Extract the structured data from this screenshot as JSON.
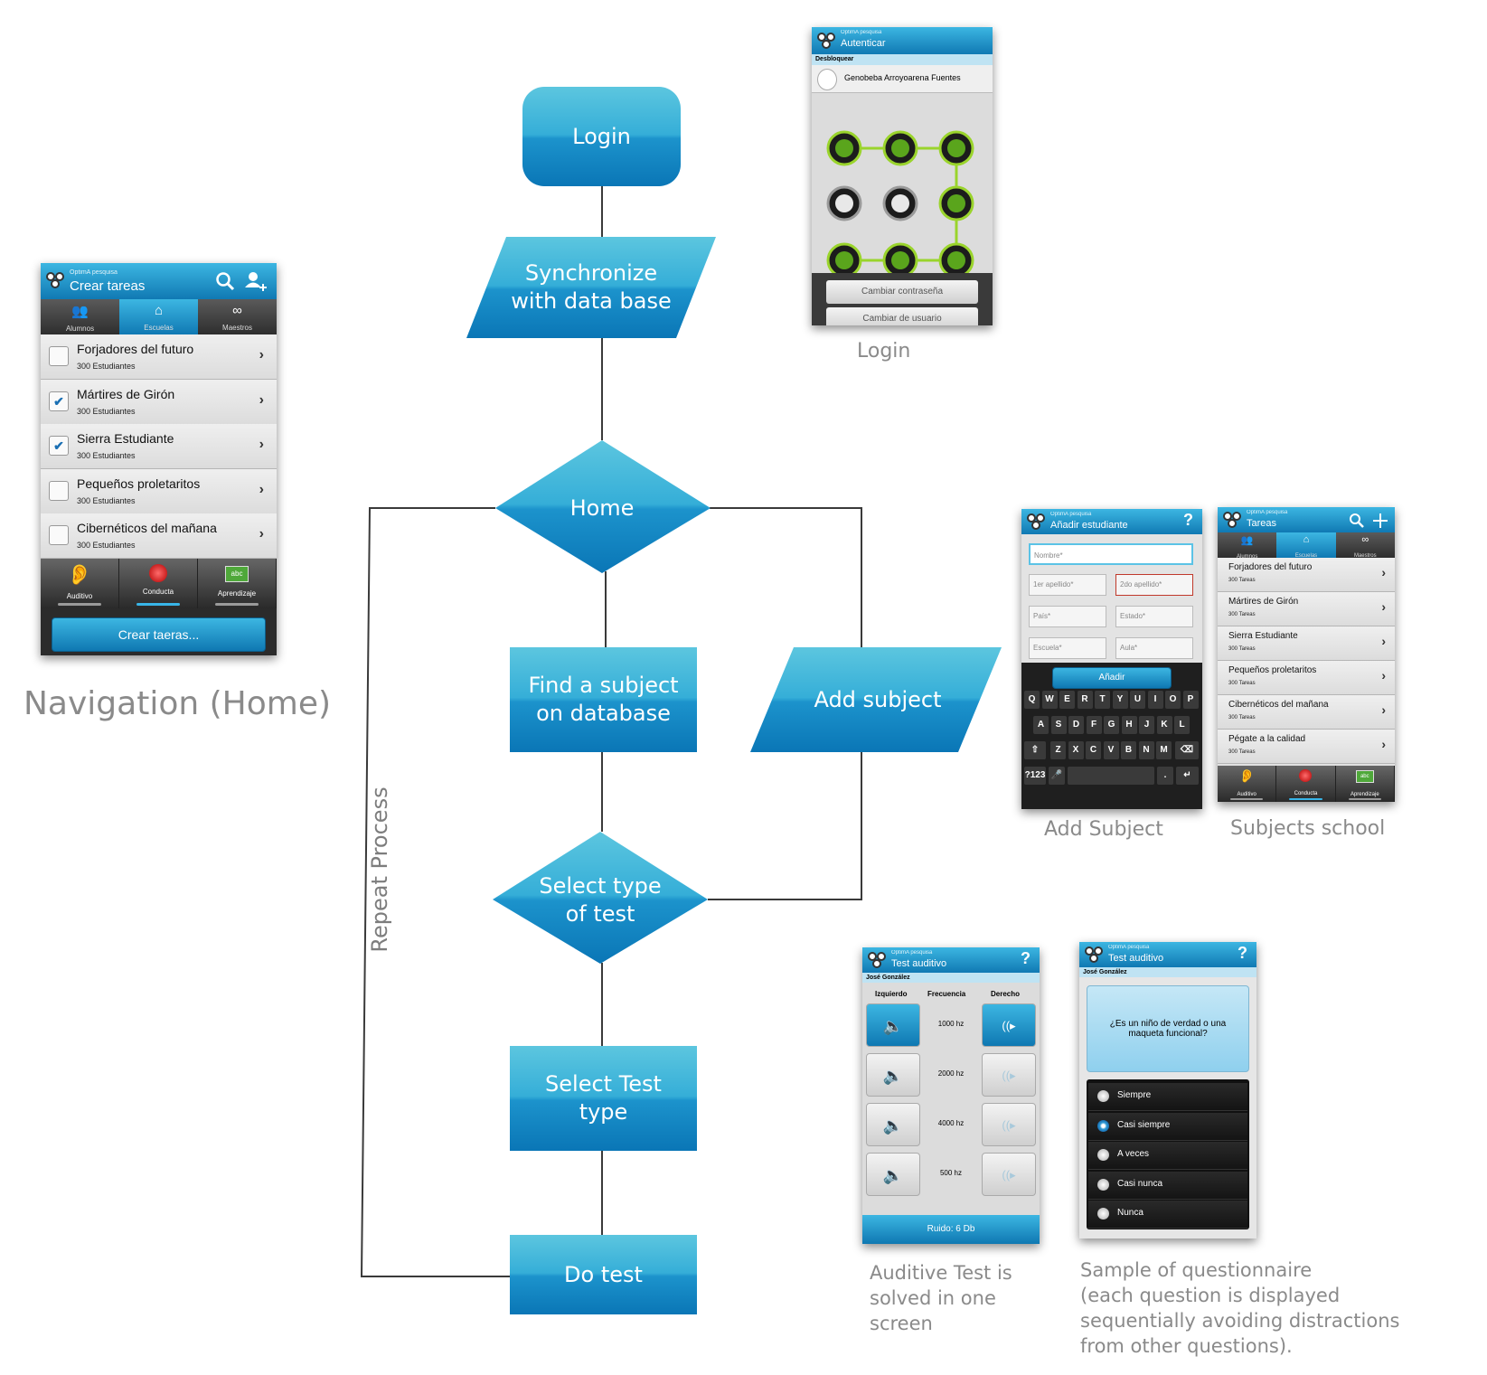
{
  "flowchart": {
    "login": "Login",
    "sync": "Synchronize\nwith data base",
    "home": "Home",
    "find": "Find a subject\non database",
    "add": "Add subject",
    "select_type": "Select type\nof test",
    "select_test": "Select Test\ntype",
    "do_test": "Do test",
    "repeat": "Repeat Process"
  },
  "captions": {
    "nav": "Navigation (Home)",
    "login": "Login",
    "add_subject": "Add Subject",
    "subjects_school": "Subjects school",
    "auditive": "Auditive Test is\nsolved in one\nscreen",
    "questionnaire": "Sample of questionnaire\n(each question is displayed\nsequentially avoiding distractions\nfrom other questions)."
  },
  "app_name": "OptimA pesquisa",
  "nav_screen": {
    "title": "Crear tareas",
    "tabs": [
      "Alumnos",
      "Escuelas",
      "Maestros"
    ],
    "rows": [
      {
        "name": "Forjadores del futuro",
        "sub": "300 Estudiantes",
        "checked": false
      },
      {
        "name": "Mártires de Girón",
        "sub": "300 Estudiantes",
        "checked": true
      },
      {
        "name": "Sierra Estudiante",
        "sub": "300 Estudiantes",
        "checked": true
      },
      {
        "name": "Pequeños proletaritos",
        "sub": "300 Estudiantes",
        "checked": false
      },
      {
        "name": "Cibernéticos del mañana",
        "sub": "300 Estudiantes",
        "checked": false
      }
    ],
    "bottom": [
      "Auditivo",
      "Conducta",
      "Aprendizaje"
    ],
    "button": "Crear taeras..."
  },
  "login_screen": {
    "title": "Autenticar",
    "section": "Desbloquear",
    "user": "Genobeba Arroyoarena Fuentes",
    "btn1": "Cambiar contraseña",
    "btn2": "Cambiar de usuario"
  },
  "add_screen": {
    "title": "Añadir estudiante",
    "help": "?",
    "fields": [
      "Nombre*",
      "1er apellido*",
      "2do apellido*",
      "País*",
      "Estado*",
      "Escuela*",
      "Aula*"
    ],
    "button": "Añadir",
    "keys_row1": [
      "Q",
      "W",
      "E",
      "R",
      "T",
      "Y",
      "U",
      "I",
      "O",
      "P"
    ],
    "keys_row2": [
      "A",
      "S",
      "D",
      "F",
      "G",
      "H",
      "J",
      "K",
      "L"
    ],
    "keys_row3": [
      "Z",
      "X",
      "C",
      "V",
      "B",
      "N",
      "M"
    ],
    "key_sym": "?123",
    "key_dot": "."
  },
  "school_screen": {
    "title": "Tareas",
    "tabs": [
      "Alumnos",
      "Escuelas",
      "Maestros"
    ],
    "rows": [
      {
        "name": "Forjadores del futuro",
        "sub": "300 Tareas"
      },
      {
        "name": "Mártires de Girón",
        "sub": "300 Tareas"
      },
      {
        "name": "Sierra Estudiante",
        "sub": "300 Tareas"
      },
      {
        "name": "Pequeños proletaritos",
        "sub": "300 Tareas"
      },
      {
        "name": "Cibernéticos del mañana",
        "sub": "300 Tareas"
      },
      {
        "name": "Pégate a la calidad",
        "sub": "300 Tareas"
      }
    ],
    "bottom": [
      "Auditivo",
      "Conducta",
      "Aprendizaje"
    ]
  },
  "audit_screen": {
    "title": "Test auditivo",
    "help": "?",
    "patient": "José González",
    "col_left": "Izquierdo",
    "col_mid": "Frecuencia",
    "col_right": "Derecho",
    "freqs": [
      "1000 hz",
      "2000 hz",
      "4000 hz",
      "500 hz"
    ],
    "footer": "Ruido: 6 Db"
  },
  "quest_screen": {
    "title": "Test auditivo",
    "help": "?",
    "patient": "José González",
    "question": "¿Es un niño de verdad o una maqueta funcional?",
    "options": [
      "Siempre",
      "Casi siempre",
      "A veces",
      "Casi nunca",
      "Nunca"
    ],
    "selected": 1
  }
}
